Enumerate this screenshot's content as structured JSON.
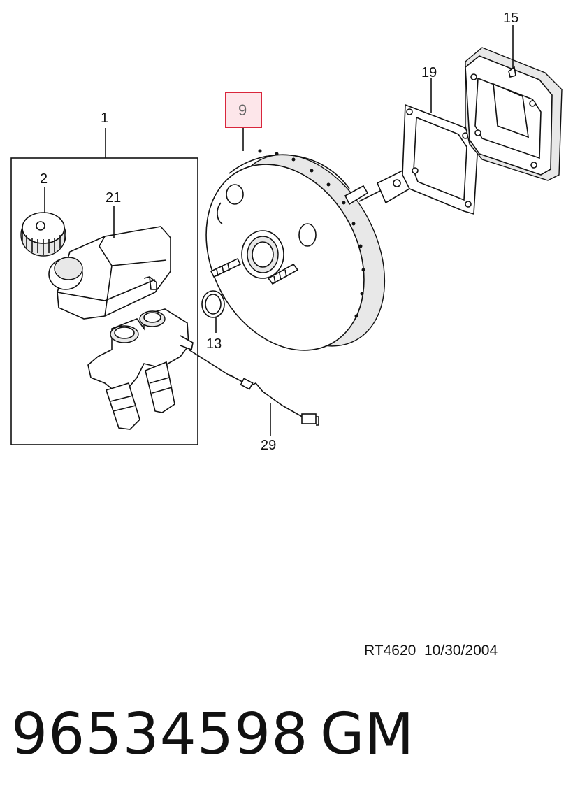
{
  "callouts": {
    "c1": "1",
    "c2": "2",
    "c21": "21",
    "c9": "9",
    "c13": "13",
    "c29": "29",
    "c19": "19",
    "c15": "15"
  },
  "highlight_color": "#fde6ea",
  "highlight_border": "#d9263c",
  "footer": {
    "ref_code": "RT4620",
    "date": "10/30/2004"
  },
  "part_number": "96534598",
  "brand": "GM"
}
